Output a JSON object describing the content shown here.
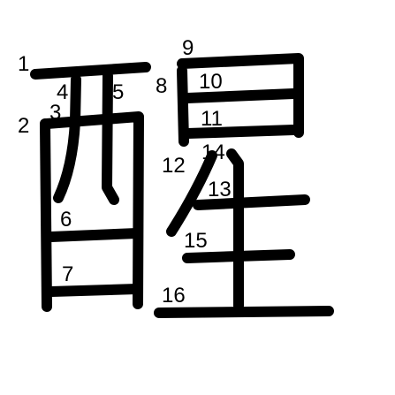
{
  "character": "醒",
  "stroke_color": "#000000",
  "background_color": "#ffffff",
  "stroke_numbers": [
    "1",
    "2",
    "3",
    "4",
    "5",
    "6",
    "7",
    "8",
    "9",
    "10",
    "11",
    "12",
    "13",
    "14",
    "15",
    "16"
  ]
}
